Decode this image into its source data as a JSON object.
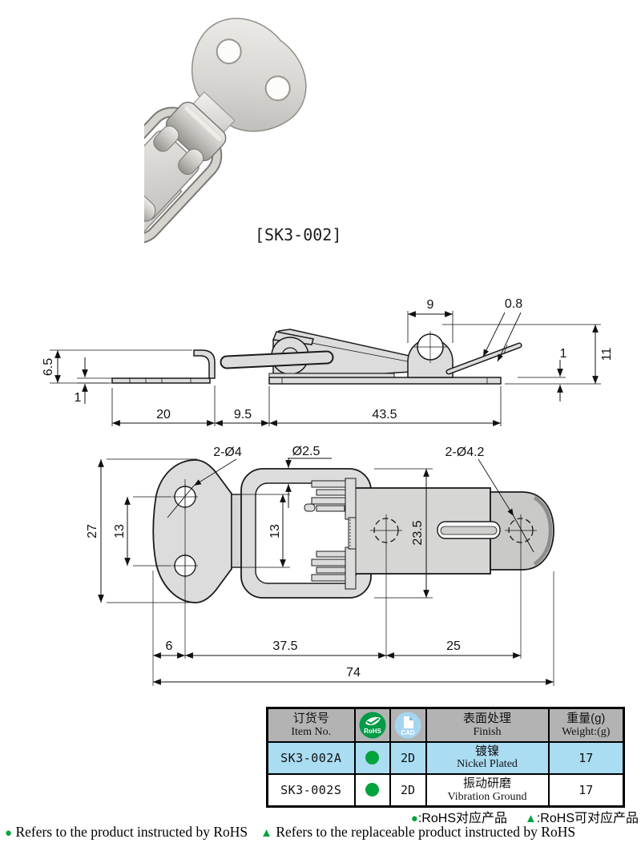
{
  "photo": {
    "caption": "[SK3-002]"
  },
  "side_view": {
    "dim_9": "9",
    "dim_08": "0.8",
    "dim_1_right": "1",
    "dim_11": "11",
    "dim_65": "6.5",
    "dim_1_left": "1",
    "dim_20": "20",
    "dim_95": "9.5",
    "dim_435": "43.5"
  },
  "top_view": {
    "dim_2d4": "2-Ø4",
    "dim_d25": "Ø2.5",
    "dim_2d42": "2-Ø4.2",
    "dim_27": "27",
    "dim_13_left": "13",
    "dim_13_mid": "13",
    "dim_235": "23.5",
    "dim_6": "6",
    "dim_375": "37.5",
    "dim_25": "25",
    "dim_74": "74"
  },
  "table": {
    "header": {
      "item_no_cn": "订货号",
      "item_no_en": "Item No.",
      "rohs_badge": "RoHS",
      "cad_badge": "CAD",
      "finish_cn": "表面处理",
      "finish_en": "Finish",
      "weight_cn": "重量(g)",
      "weight_en": "Weight:(g)"
    },
    "rows": [
      {
        "item_no": "SK3-002A",
        "cad": "2D",
        "finish_cn": "镀镍",
        "finish_en": "Nickel Plated",
        "weight": "17"
      },
      {
        "item_no": "SK3-002S",
        "cad": "2D",
        "finish_cn": "振动研磨",
        "finish_en": "Vibration Ground",
        "weight": "17"
      }
    ]
  },
  "legend": {
    "dot_symbol": "●",
    "triangle_symbol": "▲",
    "cn_dot": ":RoHS对应产品",
    "cn_triangle": ":RoHS可对应产品",
    "en_dot": "Refers to the product instructed by RoHS",
    "en_triangle": "Refers to the replaceable product instructed by RoHS"
  },
  "colors": {
    "rohs_green": "#009b47",
    "dot_green": "#00a33c",
    "cad_blue": "#a6d5f0",
    "row_highlight": "#aadcf2",
    "table_header_gray": "#b3b3b3"
  }
}
